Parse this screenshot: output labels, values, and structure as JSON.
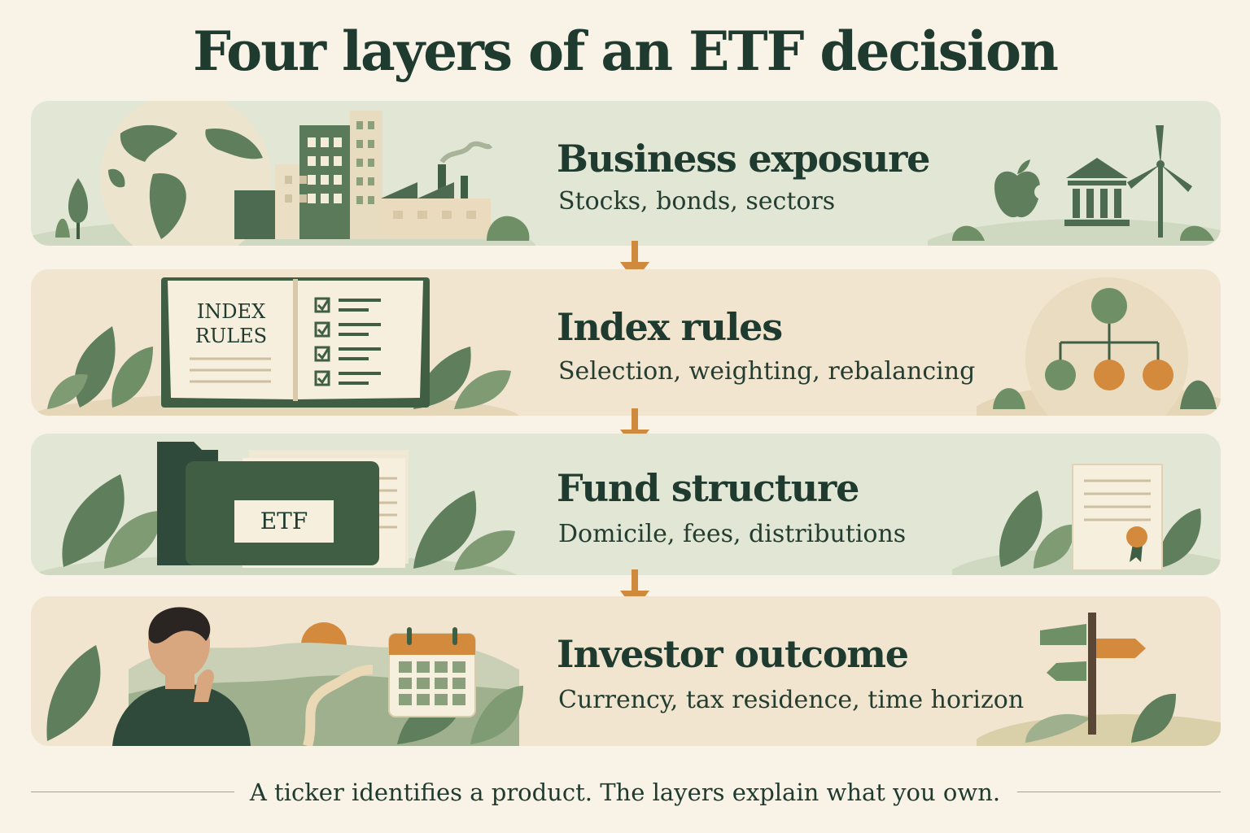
{
  "title": "Four layers of an ETF decision",
  "layers": [
    {
      "heading": "Business exposure",
      "subtitle": "Stocks, bonds, sectors"
    },
    {
      "heading": "Index rules",
      "subtitle": "Selection, weighting, rebalancing",
      "book_label_line1": "INDEX",
      "book_label_line2": "RULES"
    },
    {
      "heading": "Fund structure",
      "subtitle": "Domicile, fees, distributions",
      "folder_label": "ETF"
    },
    {
      "heading": "Investor outcome",
      "subtitle": "Currency, tax residence, time horizon"
    }
  ],
  "footer": "A ticker identifies a product. The layers explain what you own.",
  "colors": {
    "dark_green": "#1f3a2e",
    "sage": "#5f7f5c",
    "orange": "#cf8a3e",
    "panel_green": "#e1e6d5",
    "panel_beige": "#f1e5cf",
    "background": "#f8f3e6"
  }
}
